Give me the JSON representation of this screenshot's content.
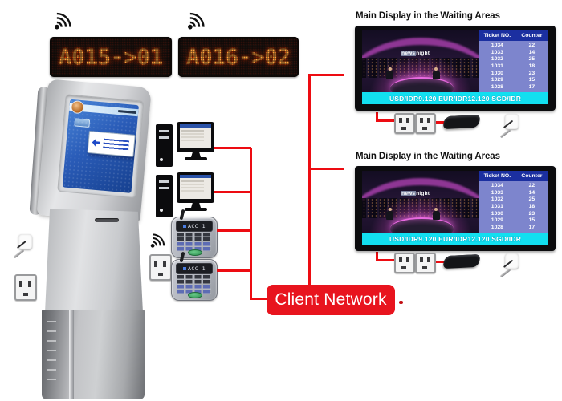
{
  "colors": {
    "connection_red": "#ed0c12",
    "network_box_bg": "#e8141e",
    "led_text": "#ffa23c",
    "table_header_bg": "#1b2fa0",
    "table_body_bg": "#7d85cd",
    "ticker_bg": "#12dff0"
  },
  "icons": {
    "wireless": "wifi-signal-icon",
    "outlet": "power-outlet-icon",
    "key": "key-icon"
  },
  "led_signs": [
    {
      "text": "A015->01"
    },
    {
      "text": "A016->02"
    }
  ],
  "keypads": [
    {
      "display": "ACC 1"
    },
    {
      "display": "ACC 1"
    }
  ],
  "network_label": "Client Network",
  "displays": [
    {
      "title": "Main Display in the Waiting Areas",
      "logo_boxed": "news",
      "logo_rest": "night",
      "table": {
        "headers": [
          "Ticket NO.",
          "Counter"
        ],
        "rows": [
          [
            "1034",
            "22"
          ],
          [
            "1033",
            "14"
          ],
          [
            "1032",
            "25"
          ],
          [
            "1031",
            "18"
          ],
          [
            "1030",
            "23"
          ],
          [
            "1029",
            "15"
          ],
          [
            "1028",
            "17"
          ]
        ]
      },
      "ticker": "USD/IDR9.120 EUR/IDR12.120 SGD/IDR"
    },
    {
      "title": "Main Display in the Waiting Areas",
      "logo_boxed": "news",
      "logo_rest": "night",
      "table": {
        "headers": [
          "Ticket NO.",
          "Counter"
        ],
        "rows": [
          [
            "1034",
            "22"
          ],
          [
            "1033",
            "14"
          ],
          [
            "1032",
            "25"
          ],
          [
            "1031",
            "18"
          ],
          [
            "1030",
            "23"
          ],
          [
            "1029",
            "15"
          ],
          [
            "1028",
            "17"
          ]
        ]
      },
      "ticker": "USD/IDR9.120 EUR/IDR12.120 SGD/IDR"
    }
  ]
}
